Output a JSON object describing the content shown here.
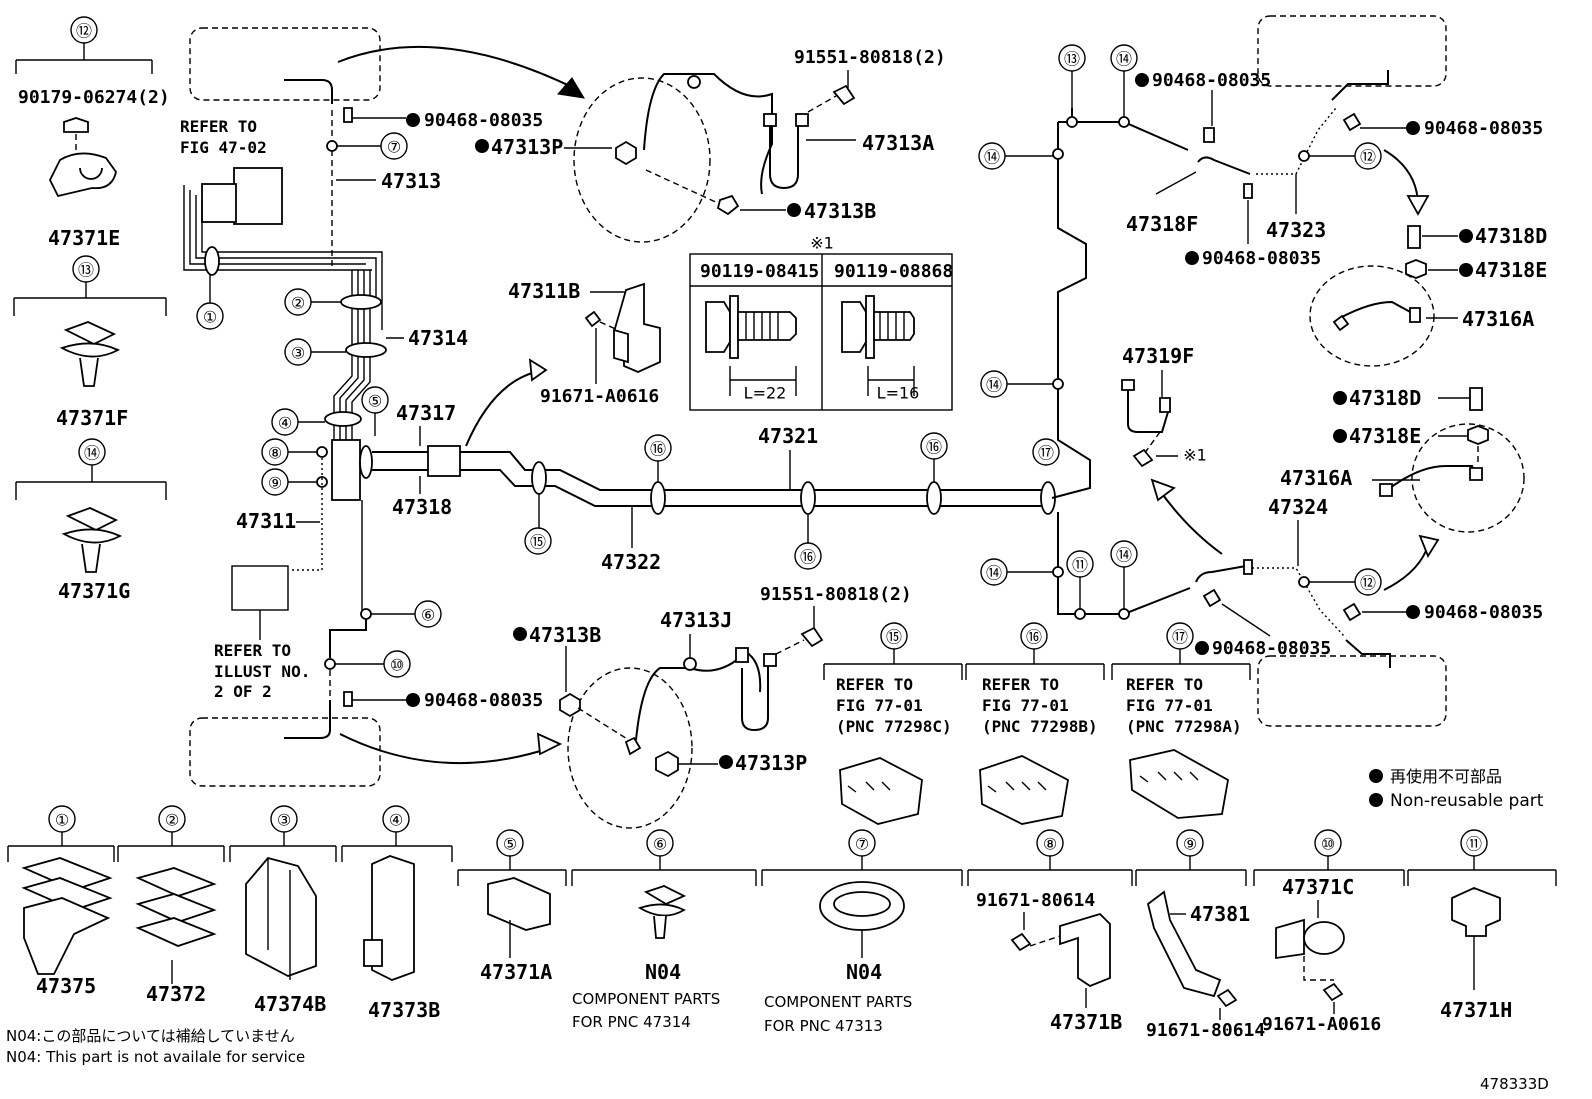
{
  "parts": {
    "p_90179": "90179-06274(2)",
    "p_47371E": "47371E",
    "p_47371F": "47371F",
    "p_47371G": "47371G",
    "p_90468_08035": "90468-08035",
    "p_47313": "47313",
    "p_47314": "47314",
    "p_47311": "47311",
    "p_47317": "47317",
    "p_47318": "47318",
    "p_47321": "47321",
    "p_47322": "47322",
    "p_91551": "91551-80818(2)",
    "p_47313P": "47313P",
    "p_47313A": "47313A",
    "p_47313B": "47313B",
    "p_47311B": "47311B",
    "p_91671_A0616": "91671-A0616",
    "p_47313J": "47313J",
    "p_47318F": "47318F",
    "p_47323": "47323",
    "p_47318D": "47318D",
    "p_47318E": "47318E",
    "p_47316A": "47316A",
    "p_47319F": "47319F",
    "p_47324": "47324",
    "p_47375": "47375",
    "p_47372": "47372",
    "p_47374B": "47374B",
    "p_47373B": "47373B",
    "p_47371A": "47371A",
    "p_N04": "N04",
    "p_91671_80614": "91671-80614",
    "p_47371B": "47371B",
    "p_47381": "47381",
    "p_47371C": "47371C",
    "p_47371H": "47371H",
    "bolt_a": "90119-08415",
    "bolt_b": "90119-08868",
    "len_a": "L=22",
    "len_b": "L=16",
    "ref_mark": "※1",
    "ref_mark_small": "※1"
  },
  "refs": {
    "refer_to": "REFER TO",
    "fig_47_02": "FIG 47-02",
    "illust_no": "ILLUST NO.",
    "two_of_two": "2 OF 2",
    "fig_77_01": "FIG 77-01",
    "pnc_c": "(PNC 77298C)",
    "pnc_b": "(PNC 77298B)",
    "pnc_a": "(PNC 77298A)",
    "component_parts": "COMPONENT PARTS",
    "for_pnc_47314": "FOR PNC 47314",
    "for_pnc_47313": "FOR PNC 47313"
  },
  "callouts": [
    "①",
    "②",
    "③",
    "④",
    "⑤",
    "⑥",
    "⑦",
    "⑧",
    "⑨",
    "⑩",
    "⑪",
    "⑫",
    "⑬",
    "⑭",
    "⑮",
    "⑯",
    "⑰"
  ],
  "legend": {
    "jp": "再使用不可部品",
    "en": "Non-reusable part",
    "marker": "●"
  },
  "notes": {
    "n04_jp": "N04:この部品については補給していません",
    "n04_en": "N04: This part is not availale for service"
  },
  "illustration_id": "478333D"
}
